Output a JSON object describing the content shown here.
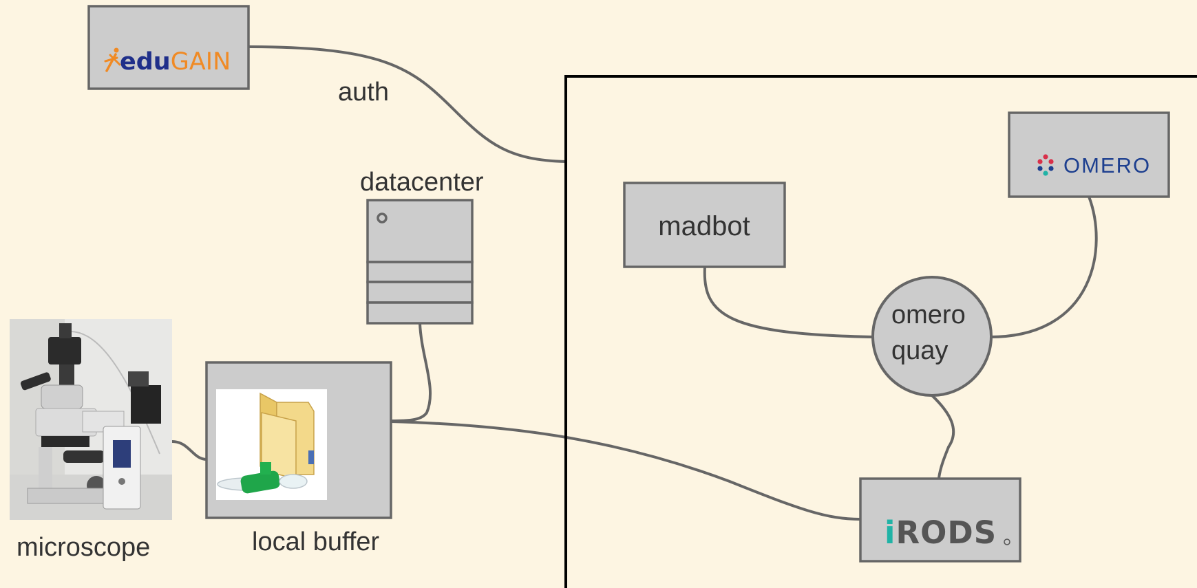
{
  "labels": {
    "auth": "auth",
    "datacenter": "datacenter",
    "madbot": "madbot",
    "omero_quay_line1": "omero",
    "omero_quay_line2": "quay",
    "microscope": "microscope",
    "local_buffer": "local buffer"
  },
  "logos": {
    "edugain_prefix": "edu",
    "edugain_suffix": "GAIN",
    "omero": "OMERO",
    "irods_i": "i",
    "irods_rest": "RODS"
  },
  "colors": {
    "background": "#fdf5e2",
    "box_fill": "#cccccc",
    "stroke": "#666666",
    "edugain_blue": "#1f2f8a",
    "edugain_orange": "#f08a24",
    "omero_blue": "#1d3f8f",
    "omero_red": "#d8304a",
    "irods_teal": "#20b3a6",
    "irods_gray": "#555555"
  }
}
